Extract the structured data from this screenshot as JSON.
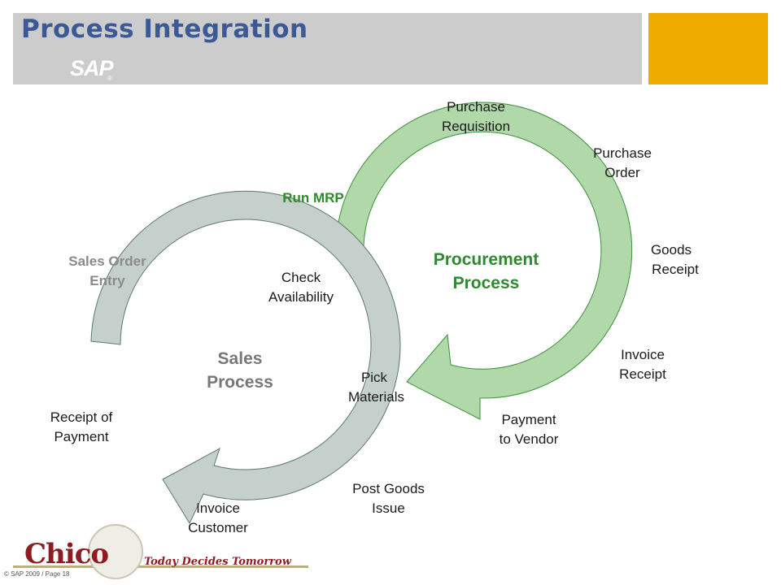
{
  "header": {
    "title": "Process Integration",
    "logo_text": "SAP",
    "logo_reg": "®"
  },
  "procurement": {
    "title_line1": "Procurement",
    "title_line2": "Process",
    "steps": {
      "run_mrp": "Run MRP",
      "purchase_requisition_1": "Purchase",
      "purchase_requisition_2": "Requisition",
      "purchase_order_1": "Purchase",
      "purchase_order_2": "Order",
      "goods_receipt_1": "Goods",
      "goods_receipt_2": "Receipt",
      "invoice_receipt_1": "Invoice",
      "invoice_receipt_2": "Receipt",
      "payment_vendor_1": "Payment",
      "payment_vendor_2": "to Vendor"
    }
  },
  "sales": {
    "title_line1": "Sales",
    "title_line2": "Process",
    "steps": {
      "sales_order_1": "Sales Order",
      "sales_order_2": "Entry",
      "check_avail_1": "Check",
      "check_avail_2": "Availability",
      "pick_1": "Pick",
      "pick_2": "Materials",
      "post_goods_1": "Post Goods",
      "post_goods_2": "Issue",
      "invoice_customer_1": "Invoice",
      "invoice_customer_2": "Customer",
      "receipt_payment_1": "Receipt of",
      "receipt_payment_2": "Payment"
    }
  },
  "footer": {
    "copyright": "© SAP 2009 / Page 18",
    "chico": "Chico",
    "tagline": "Today Decides Tomorrow"
  },
  "colors": {
    "title": "#3b5995",
    "sap_gold": "#f0ab00",
    "procurement_arrow": "#b0d8a8",
    "procurement_text": "#2f8a2f",
    "sales_arrow": "#c5d0cc",
    "chico_red": "#8e1b22"
  }
}
